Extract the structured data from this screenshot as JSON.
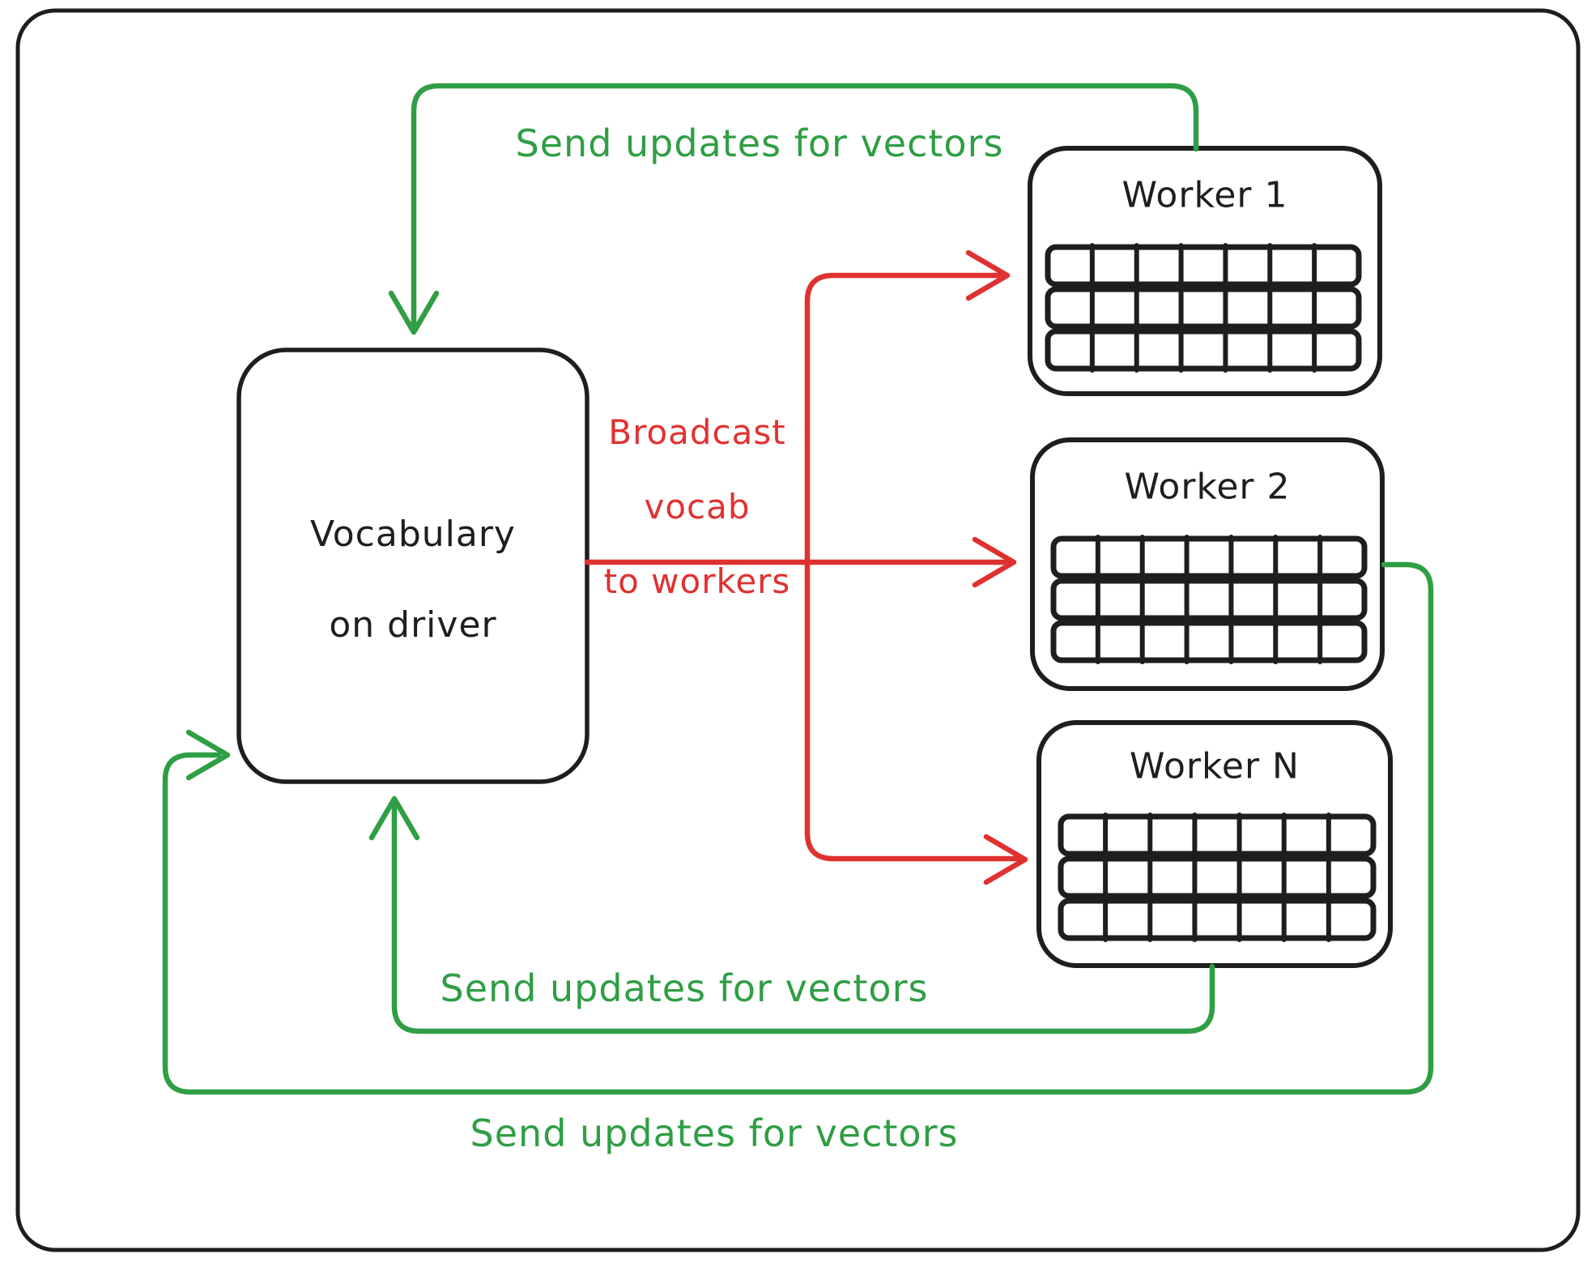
{
  "colors": {
    "ink": "#1e1e1e",
    "broadcast_red": "#e03131",
    "updates_green": "#2f9e44",
    "background": "#ffffff"
  },
  "driver_box": {
    "line1": "Vocabulary",
    "line2": "on driver"
  },
  "workers": [
    {
      "title": "Worker 1"
    },
    {
      "title": "Worker 2"
    },
    {
      "title": "Worker N"
    }
  ],
  "edge_labels": {
    "broadcast_line1": "Broadcast",
    "broadcast_line2": "vocab",
    "broadcast_line3": "to workers",
    "updates_top": "Send updates for vectors",
    "updates_middle": "Send updates for vectors",
    "updates_bottom": "Send updates for vectors"
  }
}
